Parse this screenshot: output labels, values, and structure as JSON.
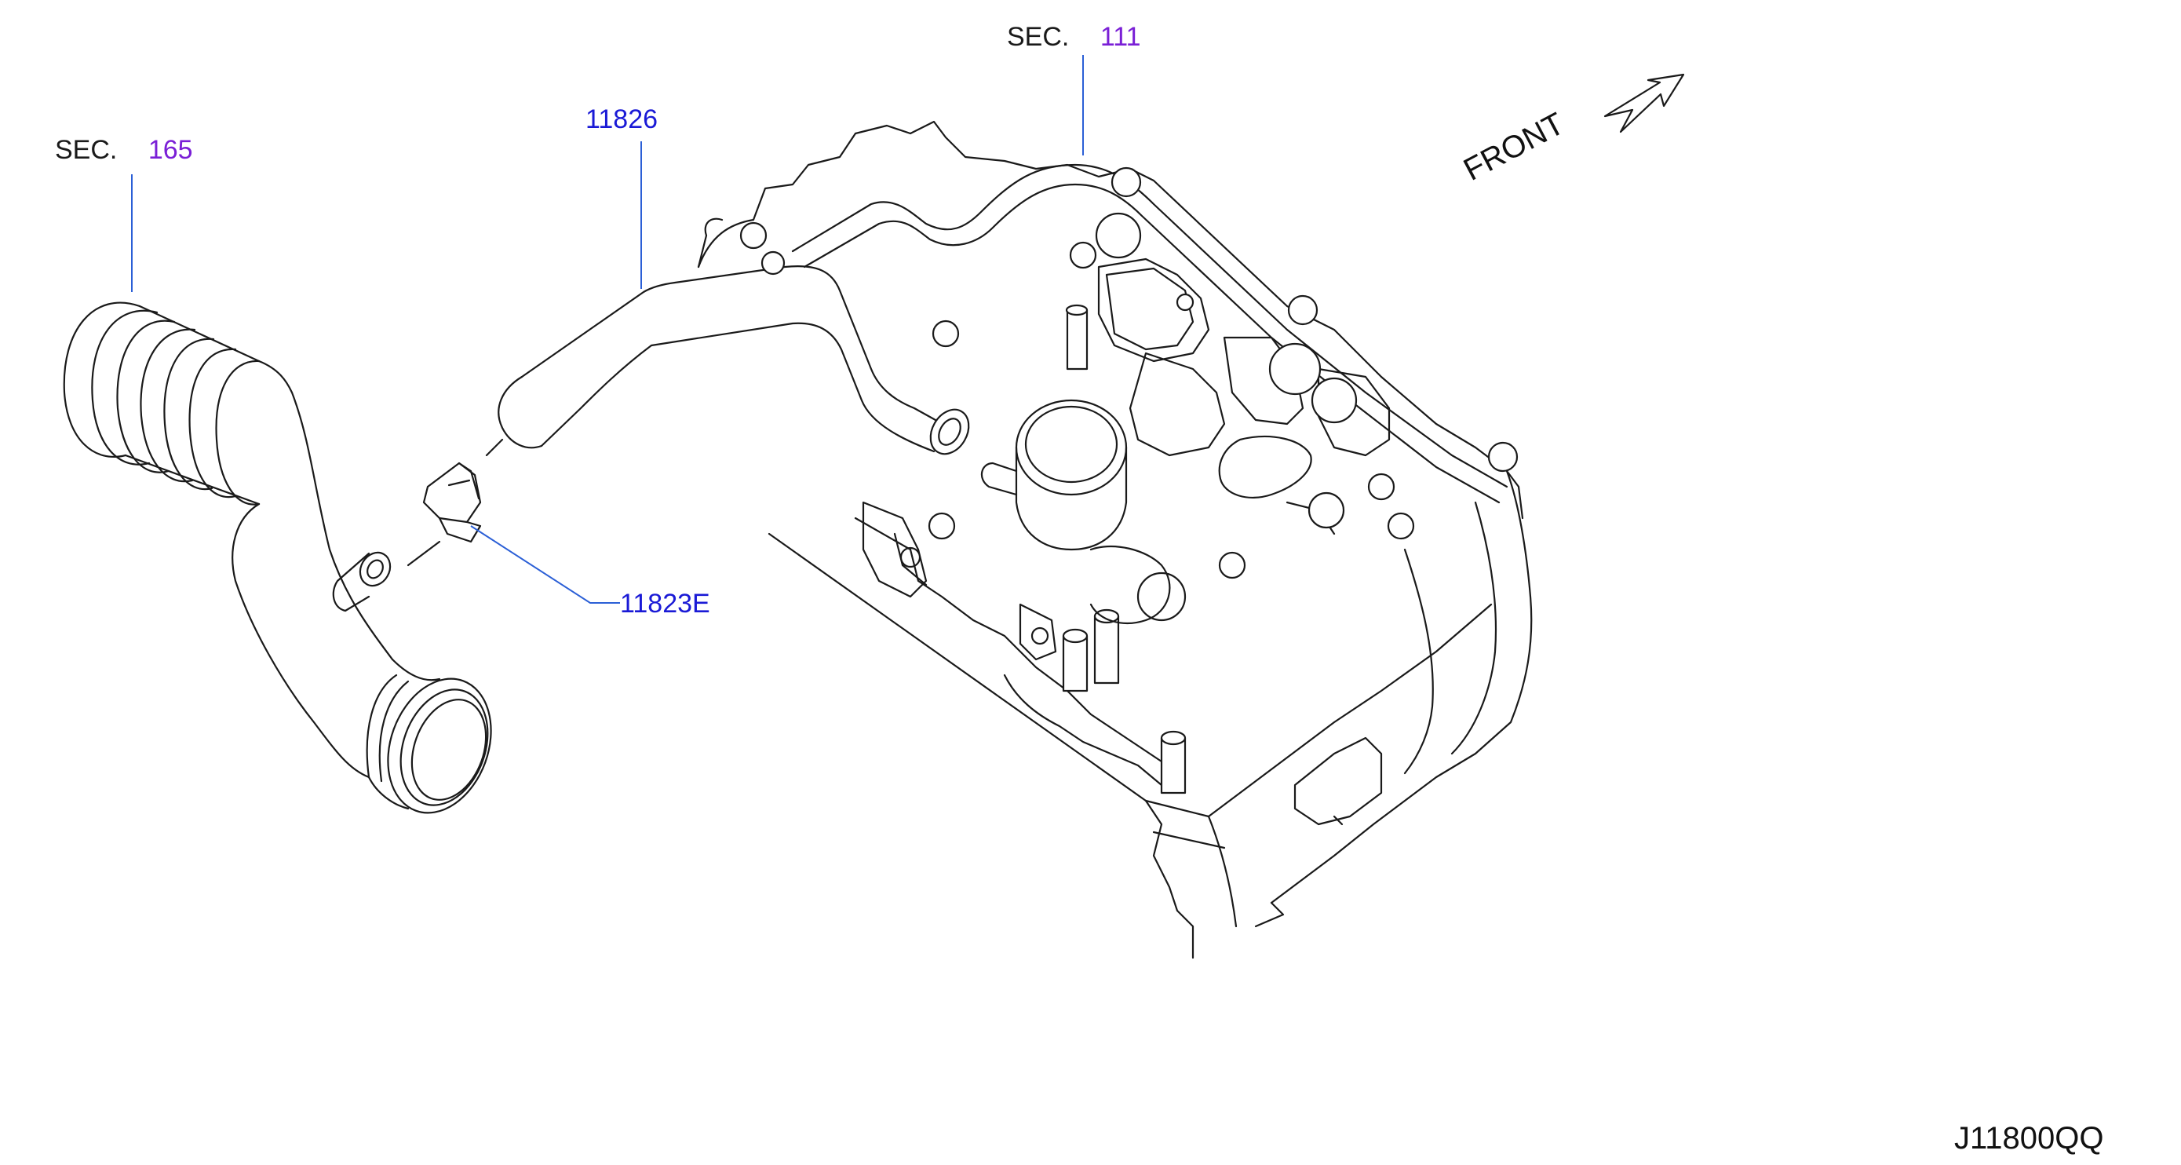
{
  "callouts": {
    "sec_left": {
      "prefix": "SEC.",
      "number": "165"
    },
    "sec_top": {
      "prefix": "SEC.",
      "number": "111"
    },
    "hose": "11826",
    "clamp": "11823E"
  },
  "direction_label": "FRONT",
  "diagram_code": "J11800QQ",
  "colors": {
    "section_ref": "#7a1fd6",
    "part_number": "#1a1ad6",
    "leader_line": "#2b5fd6",
    "line_art": "#1a1a1a"
  }
}
